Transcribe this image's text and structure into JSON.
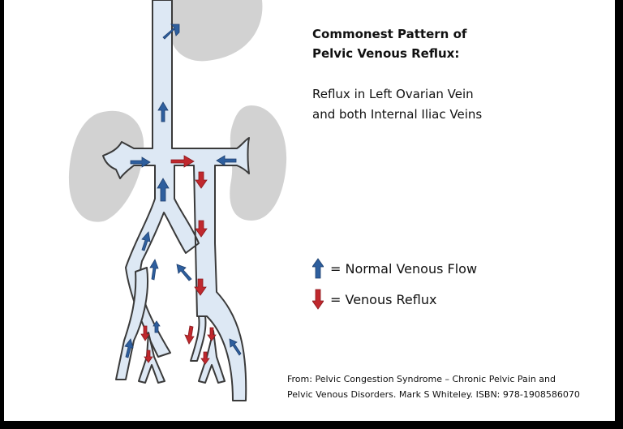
{
  "title": {
    "line1": "Commonest Pattern of",
    "line2": "Pelvic Venous Reflux:"
  },
  "subtitle": {
    "line1": "Reflux in Left Ovarian Vein",
    "line2": "and both Internal Iliac Veins"
  },
  "legend": [
    {
      "label": "= Normal Venous Flow",
      "icon": "blue-up-arrow-icon",
      "color": "#2e5f9e"
    },
    {
      "label": "= Venous Reflux",
      "icon": "red-down-arrow-icon",
      "color": "#c0282d"
    }
  ],
  "citation": {
    "line1": "From:  Pelvic Congestion Syndrome – Chronic Pelvic Pain and",
    "line2": "Pelvic Venous Disorders. Mark S Whiteley. ISBN: 978-1908586070"
  },
  "colors": {
    "organ": "#d2d2d2",
    "vein_fill": "#dde8f4",
    "vein_stroke": "#3a3a3a",
    "normal_flow": "#2e5f9e",
    "reflux": "#c0282d"
  }
}
